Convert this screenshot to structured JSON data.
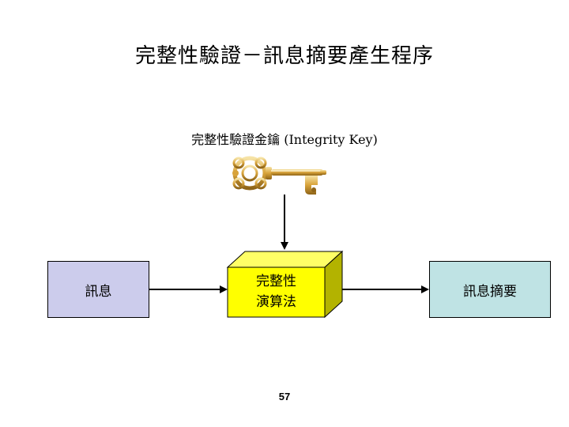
{
  "title": "完整性驗證－訊息摘要產生程序",
  "key_label": "完整性驗證金鑰 (Integrity Key)",
  "input_box": {
    "label": "訊息"
  },
  "algorithm_box": {
    "line1": "完整性",
    "line2": "演算法"
  },
  "output_box": {
    "label": "訊息摘要"
  },
  "page_number": "57",
  "colors": {
    "input_fill": "#ccccec",
    "algorithm_fill": "#ffff00",
    "output_fill": "#bfe3e4",
    "key_gold": "#d8a33a"
  },
  "icons": [
    "golden-key-icon"
  ]
}
